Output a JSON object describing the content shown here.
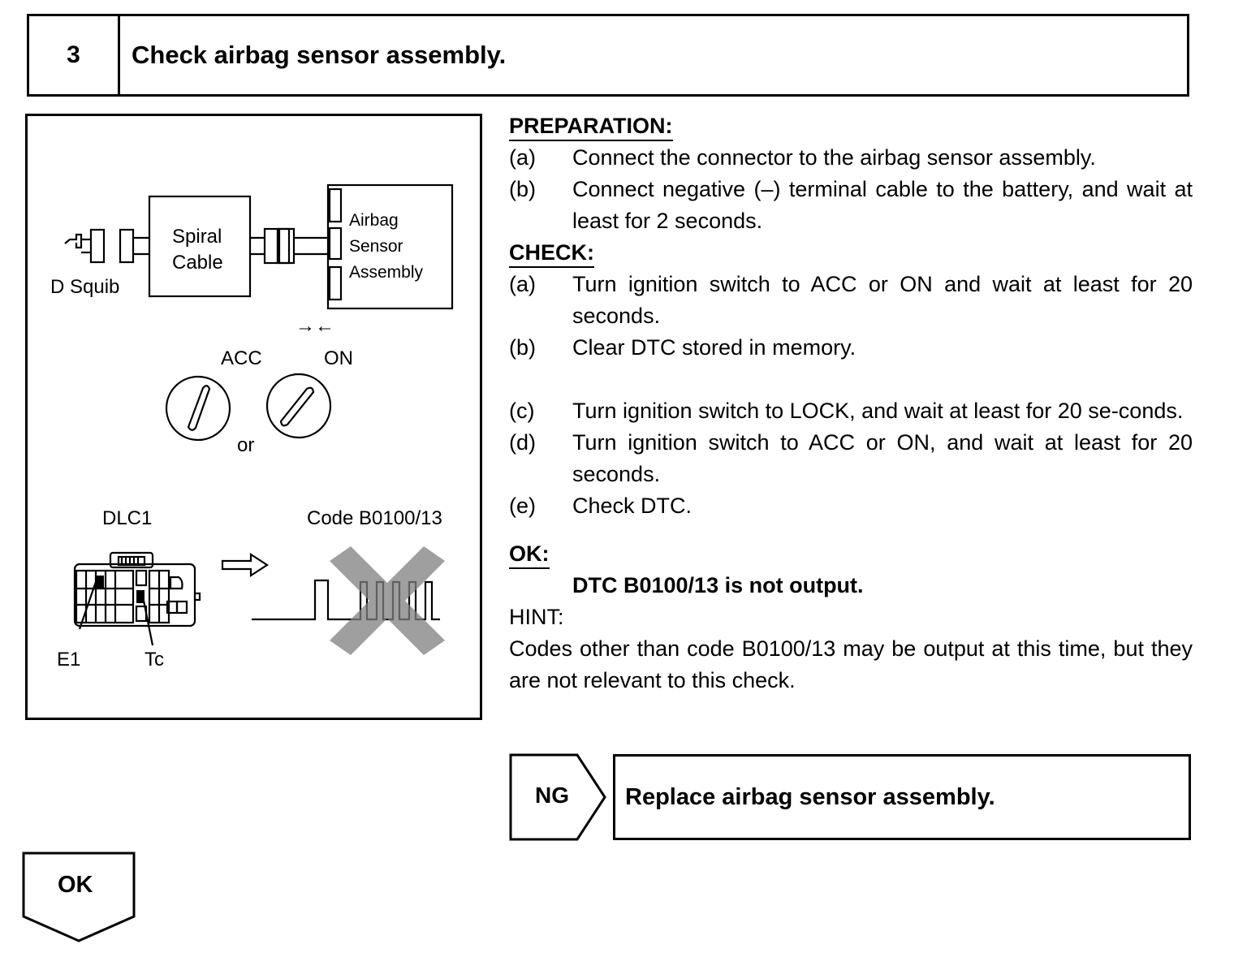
{
  "header": {
    "step_number": "3",
    "title": "Check airbag sensor assembly."
  },
  "figure": {
    "d_squib_label": "D Squib",
    "spiral_cable_line1": "Spiral",
    "spiral_cable_line2": "Cable",
    "sensor_line1": "Airbag",
    "sensor_line2": "Sensor",
    "sensor_line3": "Assembly",
    "connect_arrows": "→←",
    "acc_label": "ACC",
    "on_label": "ON",
    "or_label": "or",
    "dlc1_label": "DLC1",
    "code_label": "Code B0100/13",
    "e1_label": "E1",
    "tc_label": "Tc"
  },
  "preparation": {
    "heading": "PREPARATION:",
    "steps": [
      {
        "label": "(a)",
        "text": "Connect the connector to the airbag sensor assembly."
      },
      {
        "label": "(b)",
        "text": "Connect negative (–) terminal cable to the battery, and wait at least for 2 seconds."
      }
    ]
  },
  "check": {
    "heading": "CHECK:",
    "steps": [
      {
        "label": "(a)",
        "text": "Turn ignition switch to ACC or ON and wait at least for 20 seconds."
      },
      {
        "label": "(b)",
        "text": "Clear DTC stored in memory."
      },
      {
        "label": "(c)",
        "text": "Turn ignition switch to LOCK, and wait at least for 20 se-conds."
      },
      {
        "label": "(d)",
        "text": "Turn ignition switch to ACC or ON, and wait at least for 20 seconds."
      },
      {
        "label": "(e)",
        "text": "Check DTC."
      }
    ]
  },
  "ok": {
    "heading": "OK:",
    "text": "DTC B0100/13 is not output."
  },
  "hint": {
    "heading": "HINT:",
    "text": "Codes other than code B0100/13 may be output at this time, but they are not relevant to this check."
  },
  "ng": {
    "label": "NG",
    "action": "Replace airbag sensor assembly."
  },
  "ok_flow": {
    "label": "OK"
  }
}
